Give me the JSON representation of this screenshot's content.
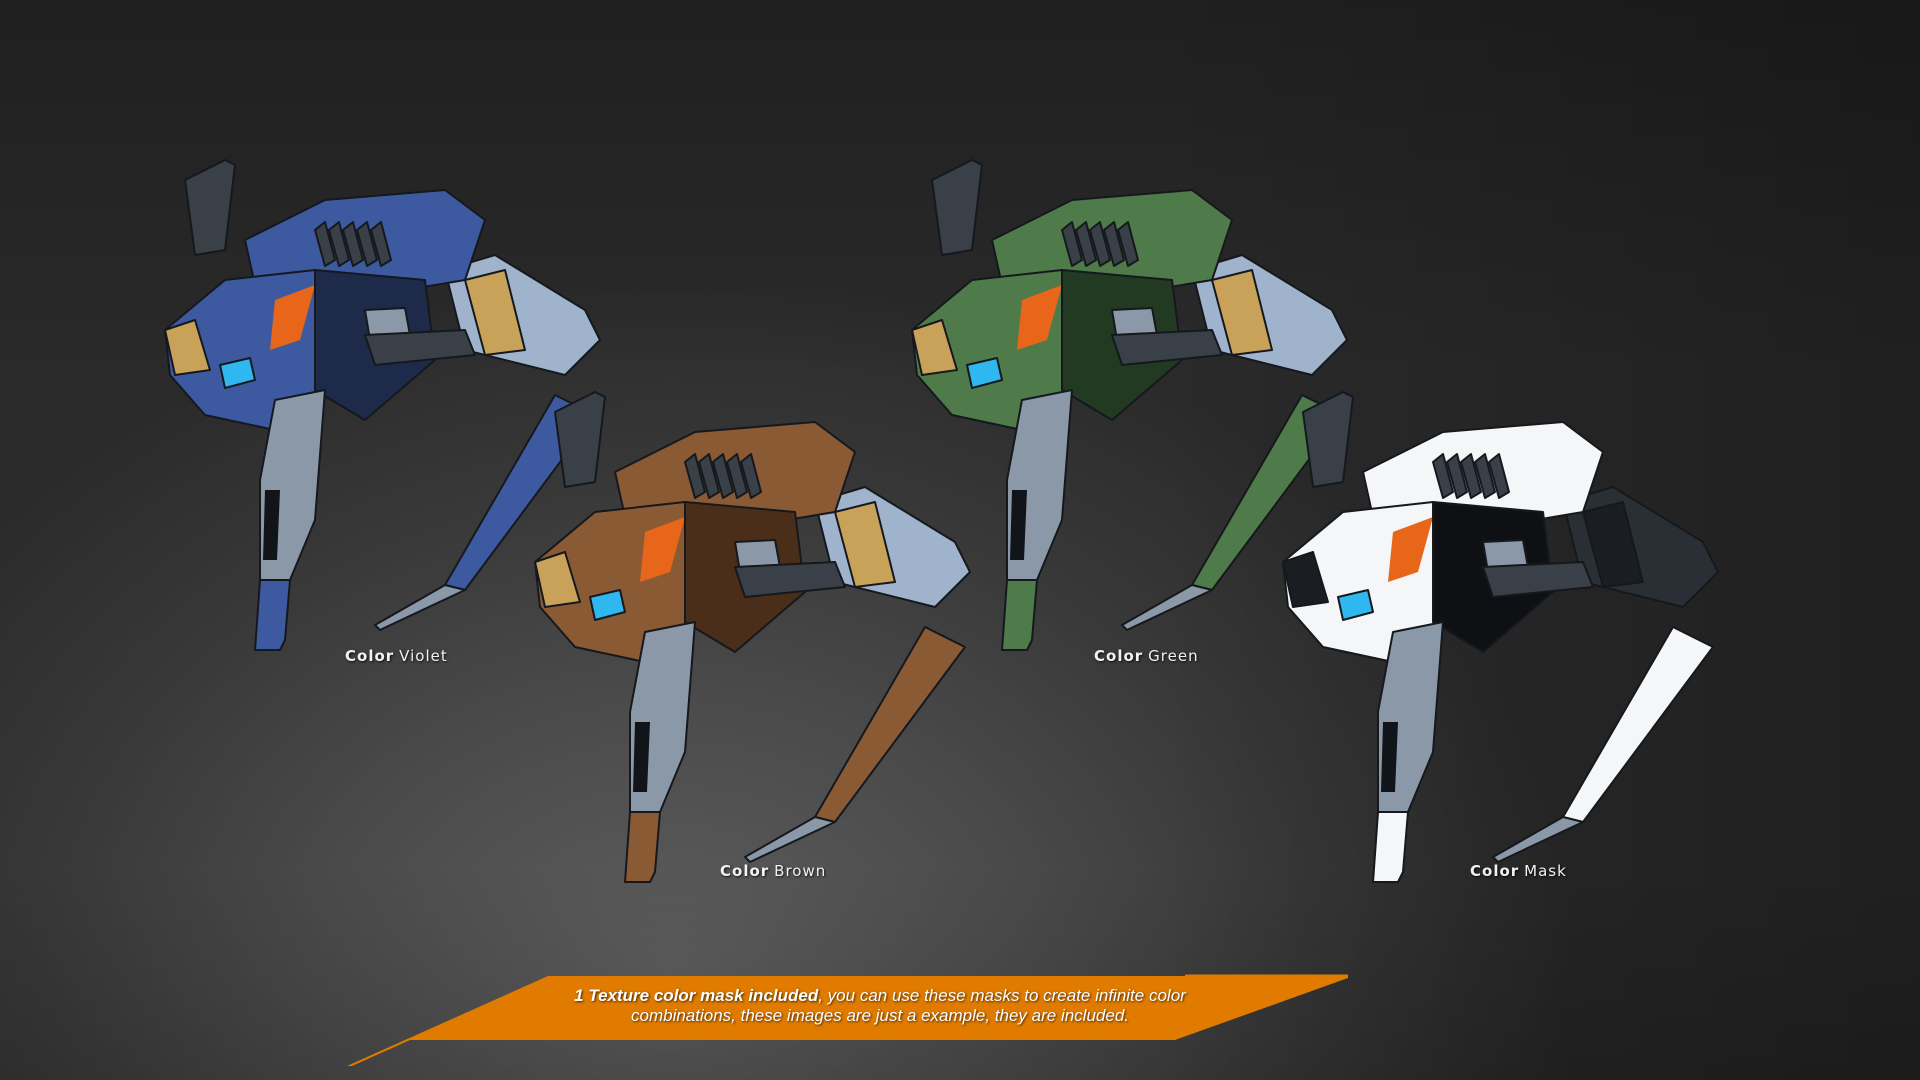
{
  "scene": {
    "background": {
      "center": "#5e5e5e",
      "edge": "#2a2a2a"
    },
    "accent_color": "#e07b00"
  },
  "variants": [
    {
      "label_bold": "Color",
      "label_value": "Violet",
      "primary": "#3d5aa0",
      "secondary": "#9fb3cc",
      "accent": "#c9a25a",
      "dark": "#1e2a4a"
    },
    {
      "label_bold": "Color",
      "label_value": "Brown",
      "primary": "#8a5a35",
      "secondary": "#9fb3cc",
      "accent": "#c9a25a",
      "dark": "#4a2e1a"
    },
    {
      "label_bold": "Color",
      "label_value": "Green",
      "primary": "#4f7a4a",
      "secondary": "#9fb3cc",
      "accent": "#c9a25a",
      "dark": "#223a22"
    },
    {
      "label_bold": "Color",
      "label_value": "Mask",
      "primary": "#f4f6f8",
      "secondary": "#2a2f36",
      "accent": "#1a1d22",
      "dark": "#0e1014"
    }
  ],
  "banner": {
    "bold_text": "1 Texture color mask included",
    "text_line1_rest": ", you can use these masks to create infinite color",
    "text_line2": "combinations, these images are just a example, they are included.",
    "color": "#e07b00"
  }
}
